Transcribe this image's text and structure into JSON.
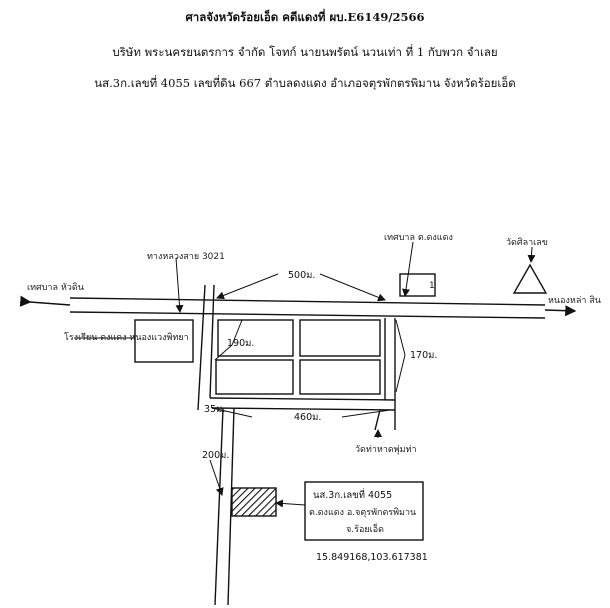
{
  "header": {
    "line1": "ศาลจังหวัดร้อยเอ็ด คดีแดงที่ ผบ.E6149/2566",
    "line2": "บริษัท พระนครยนตรการ จำกัด โจทก์ นายนพรัตน์ นวนเท่า ที่ 1 กับพวก จำเลย",
    "line3": "นส.3ก.เลขที่ 4055 เลขที่ดิน 667 ตำบลดงแดง อำเภอจตุรพักตรพิมาน จังหวัดร้อยเอ็ด"
  },
  "map": {
    "label_west_road": "เทศบาล หัวดิน",
    "label_hwy": "ทางหลวงสาย 3021",
    "label_municipal": "เทศบาล ต.ดงแดง",
    "label_temple_ne": "วัดศิลาเลข",
    "label_east_road": "หนองหล่า สิน",
    "label_school": "โรงเรียน ดงแดง หนองแวงพิทยา",
    "label_temple_s": "วัดท่าหาดพุ่มท่า",
    "dist_500": "500ม.",
    "dist_190": "190ม.",
    "dist_170": "170ม.",
    "dist_460": "460ม.",
    "dist_35": "35ม.",
    "dist_200": "200ม.",
    "parcel_line1": "นส.3ก.เลขที่ 4055",
    "parcel_line2": "ต.ดงแดง อ.จตุรพักตรพิมาน",
    "parcel_line3": "จ.ร้อยเอ็ด",
    "coordinates": "15.849168,103.617381",
    "building_mark": "1"
  },
  "colors": {
    "ink": "#111111",
    "paper": "#ffffff"
  }
}
